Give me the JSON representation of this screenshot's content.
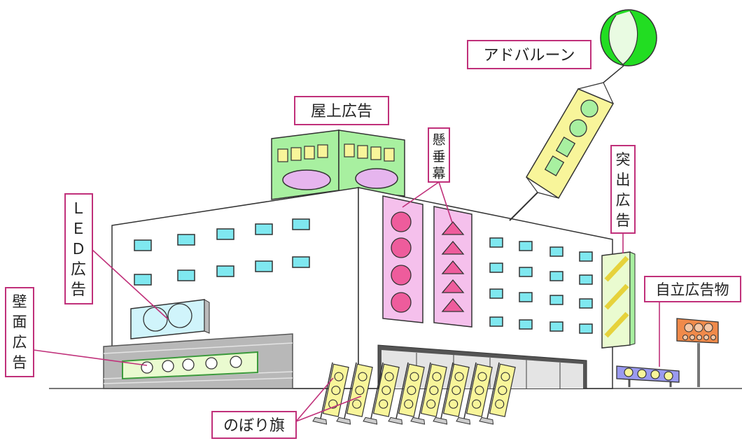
{
  "labels": {
    "adballoon": "アドバルーン",
    "rooftop": "屋上広告",
    "banner": [
      "懸",
      "垂",
      "幕"
    ],
    "projecting": [
      "突",
      "出",
      "広",
      "告"
    ],
    "led": [
      "Ｌ",
      "Ｅ",
      "Ｄ",
      "広",
      "告"
    ],
    "wall": [
      "壁",
      "面",
      "広",
      "告"
    ],
    "freestanding": "自立広告物",
    "nobori": "のぼり旗"
  },
  "colors": {
    "label_border": "#c0307a",
    "leader_line": "#c0307a",
    "roof_green": "#a8f0a0",
    "balloon_green": "#22dd22",
    "window_cyan": "#7fe8f0",
    "banner_pink": "#f5c0ec",
    "circle_pink": "#ee5c9c",
    "flag_yellow": "#f8f59a",
    "led_blue": "#d0f4fb",
    "sign_orange": "#f08a4a",
    "stand_blue": "#9a9af0"
  }
}
